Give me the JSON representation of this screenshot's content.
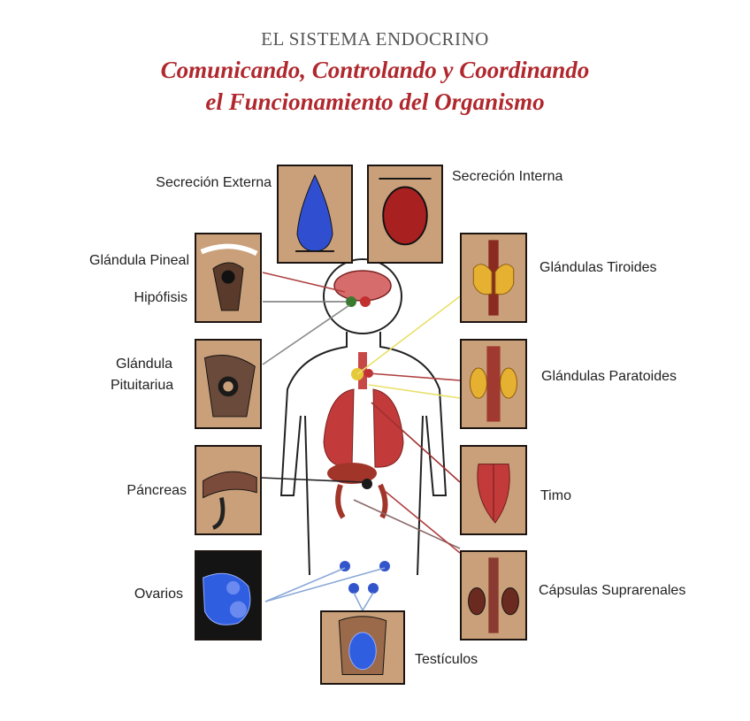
{
  "title": {
    "line1": "EL SISTEMA ENDOCRINO",
    "line2": "Comunicando, Controlando y Coordinando",
    "line3": "el  Funcionamiento del Organismo"
  },
  "labels": {
    "secrecion_externa": "Secreción Externa",
    "secrecion_interna": "Secreción Interna",
    "glandula_pineal": "Glándula Pineal",
    "hipofisis": "Hipófisis",
    "glandula_pituitaria_1": "Glándula",
    "glandula_pituitaria_2": "Pituitariua",
    "pancreas": "Páncreas",
    "ovarios": "Ovarios",
    "tiroides": "Glándulas Tiroides",
    "paratoides": "Glándulas Paratoides",
    "timo": "Timo",
    "suprarenales": "Cápsulas Suprarenales",
    "testiculos": "Testículos"
  },
  "colors": {
    "title_red": "#b0282e",
    "title_gray": "#555555",
    "panel_bg": "#c9a07a",
    "organ_red": "#c23a3a",
    "arrow_red": "#b04040",
    "arrow_yellow": "#e8e06a",
    "arrow_gray": "#8a8a8a",
    "arrow_blue": "#8aa8d8",
    "gland_blue": "#3355cc"
  }
}
